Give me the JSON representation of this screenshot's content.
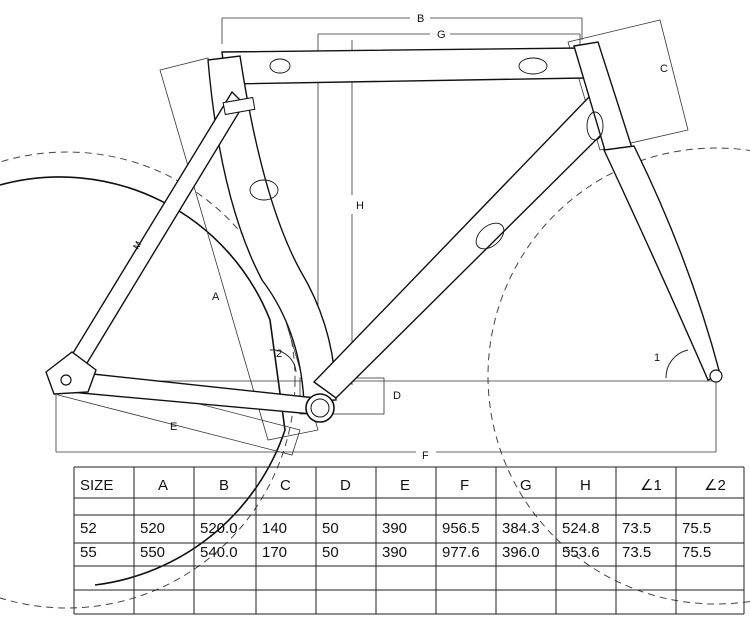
{
  "labels": {
    "A": "A",
    "B": "B",
    "C": "C",
    "D": "D",
    "E": "E",
    "F": "F",
    "G": "G",
    "H": "H",
    "angle1": "1",
    "angle2": "2"
  },
  "table": {
    "headers": [
      "SIZE",
      "A",
      "B",
      "C",
      "D",
      "E",
      "F",
      "G",
      "H",
      "∠1",
      "∠2"
    ],
    "rows": [
      [
        "",
        "",
        "",
        "",
        "",
        "",
        "",
        "",
        "",
        "",
        ""
      ],
      [
        "52",
        "520",
        "520.0",
        "140",
        "50",
        "390",
        "956.5",
        "384.3",
        "524.8",
        "73.5",
        "75.5"
      ],
      [
        "55",
        "550",
        "540.0",
        "170",
        "50",
        "390",
        "977.6",
        "396.0",
        "553.6",
        "73.5",
        "75.5"
      ],
      [
        "",
        "",
        "",
        "",
        "",
        "",
        "",
        "",
        "",
        "",
        ""
      ],
      [
        "",
        "",
        "",
        "",
        "",
        "",
        "",
        "",
        "",
        "",
        ""
      ]
    ]
  },
  "frame_text": {
    "downtube_mark": "M"
  }
}
